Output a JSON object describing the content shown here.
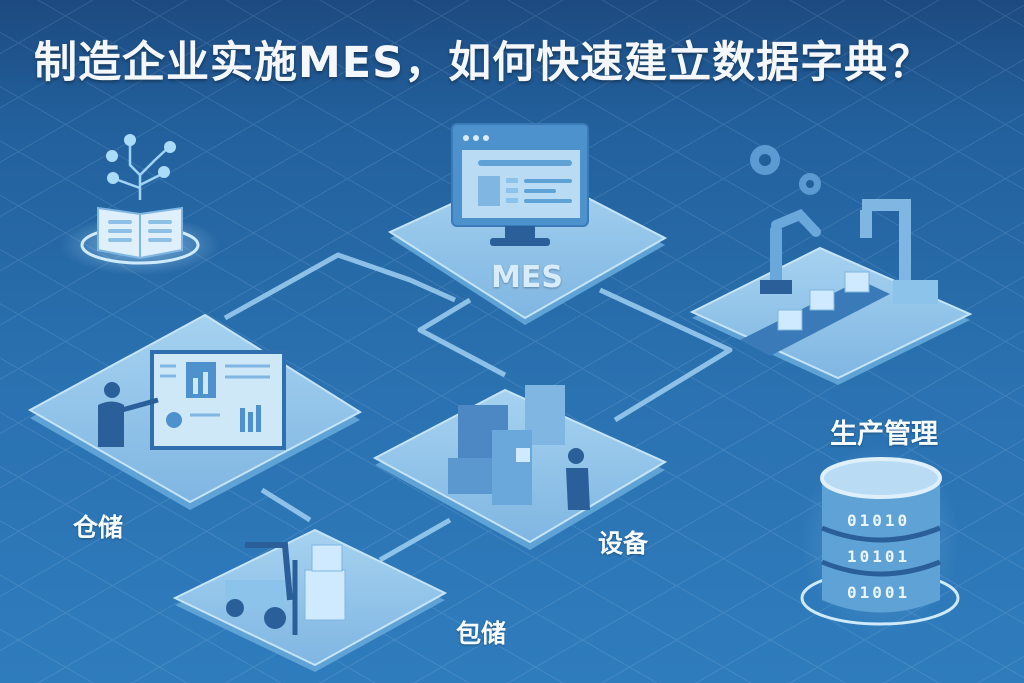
{
  "title": "制造企业实施MES，如何快速建立数据字典？",
  "nodes": {
    "mes": {
      "label": "MES",
      "icon": "monitor-icon"
    },
    "production": {
      "label": "生产管理",
      "icon": "robot-arm-conveyor-icon"
    },
    "warehouse_top": {
      "label": "仓储",
      "icon": "presentation-board-icon"
    },
    "equipment": {
      "label": "设备",
      "icon": "machine-operator-icon"
    },
    "warehouse_bottom": {
      "label": "包储",
      "icon": "forklift-icon"
    },
    "dictionary": {
      "icon": "open-book-tree-icon"
    },
    "database": {
      "icon": "database-icon",
      "rows": [
        "01010",
        "10101",
        "01001"
      ]
    }
  },
  "colors": {
    "background_top": "#1d4a80",
    "background_bottom": "#2f7cbd",
    "platform": "#8ec3e8",
    "platform_edge": "#5fa3d6",
    "icon_dark": "#2b5f99",
    "title_text": "#f4f8fc"
  }
}
